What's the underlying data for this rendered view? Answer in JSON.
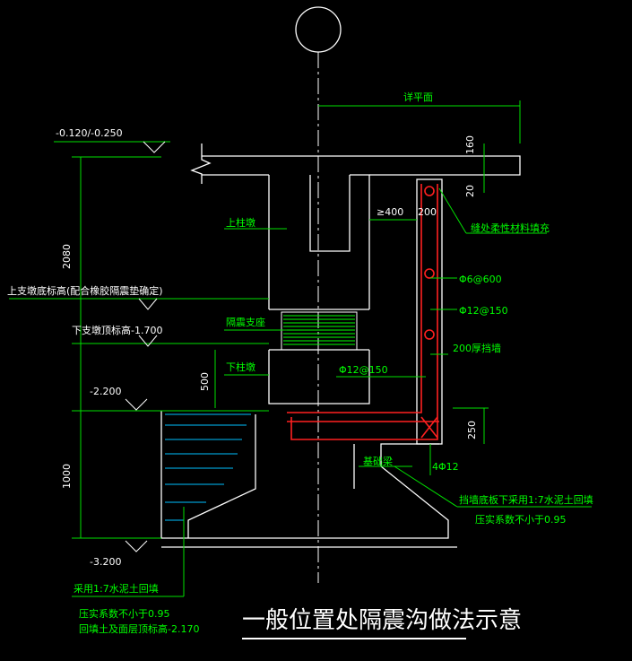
{
  "title": "一般位置处隔震沟做法示意",
  "elev": {
    "top": "-0.120/-0.250",
    "bearing_bottom": "上支墩底标高(配合橡胶隔震垫确定)",
    "bearing_top": "下支墩顶标高-1.700",
    "mid": "-2.200",
    "bottom": "-3.200"
  },
  "dims": {
    "h2080": "2080",
    "h1000": "1000",
    "d160": "160",
    "d20": "20",
    "d500": "500",
    "d250": "250",
    "d200": "200",
    "ge400": "≥400"
  },
  "labels": {
    "plan_flat": "详平面",
    "filler": "缝处柔性材料填充",
    "rebar_phi6": "Φ6@600",
    "rebar_phi12a": "Φ12@150",
    "retaining_wall": "200厚挡墙",
    "rebar_phi12b": "Φ12@150",
    "rebar_4phi12": "4Φ12",
    "upper_pier": "上柱墩",
    "isolator": "隔震支座",
    "lower_pier": "下柱墩",
    "foundation_beam": "基础梁",
    "note_right_1": "挡墙底板下采用1:7水泥土回填",
    "note_right_2": "压实系数不小于0.95",
    "note_left_1": "采用1:7水泥土回填",
    "note_left_2": "压实系数不小于0.95",
    "note_left_3": "回填土及面层顶标高-2.170"
  },
  "colors": {
    "line": "#ffffff",
    "annotation": "#00ff00",
    "rebar": "#ff2020"
  }
}
